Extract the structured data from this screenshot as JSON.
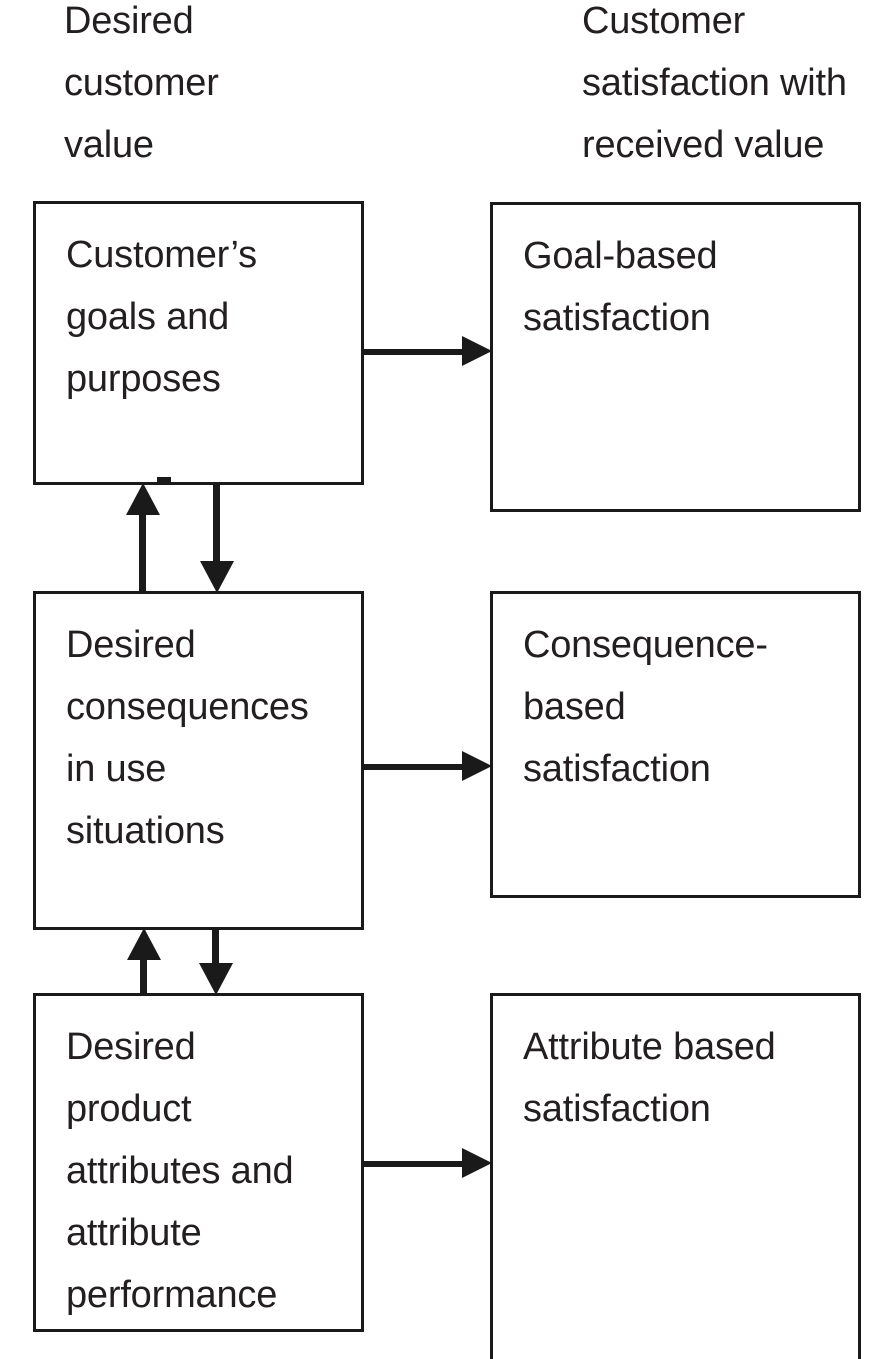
{
  "diagram": {
    "columns": [
      {
        "id": "left",
        "header": "Desired\ncustomer\nvalue"
      },
      {
        "id": "right",
        "header": "Customer\nsatisfaction with\nreceived value"
      }
    ],
    "left_nodes": [
      {
        "id": "goals",
        "label": "Customer’s\ngoals and\npurposes"
      },
      {
        "id": "consequences",
        "label": "Desired\nconsequences\nin use\nsituations"
      },
      {
        "id": "attributes",
        "label": "Desired\nproduct\nattributes and\nattribute\nperformance"
      }
    ],
    "right_nodes": [
      {
        "id": "goal-satisfaction",
        "label": "Goal-based\nsatisfaction"
      },
      {
        "id": "consequence-satisfaction",
        "label": "Consequence-\nbased\nsatisfaction"
      },
      {
        "id": "attribute-satisfaction",
        "label": "Attribute based\nsatisfaction"
      }
    ],
    "connectors": [
      {
        "id": "goals-to-goal-satisfaction",
        "direction": "right"
      },
      {
        "id": "consequences-to-consequence-satisfaction",
        "direction": "right"
      },
      {
        "id": "attributes-to-attribute-satisfaction",
        "direction": "right"
      },
      {
        "id": "consequences-to-goals",
        "direction": "up"
      },
      {
        "id": "goals-to-consequences",
        "direction": "down"
      },
      {
        "id": "attributes-to-consequences",
        "direction": "up"
      },
      {
        "id": "consequences-to-attributes",
        "direction": "down"
      }
    ],
    "colors": {
      "background": "#ffffff",
      "stroke": "#1a1a1a",
      "text": "#231f20"
    }
  }
}
